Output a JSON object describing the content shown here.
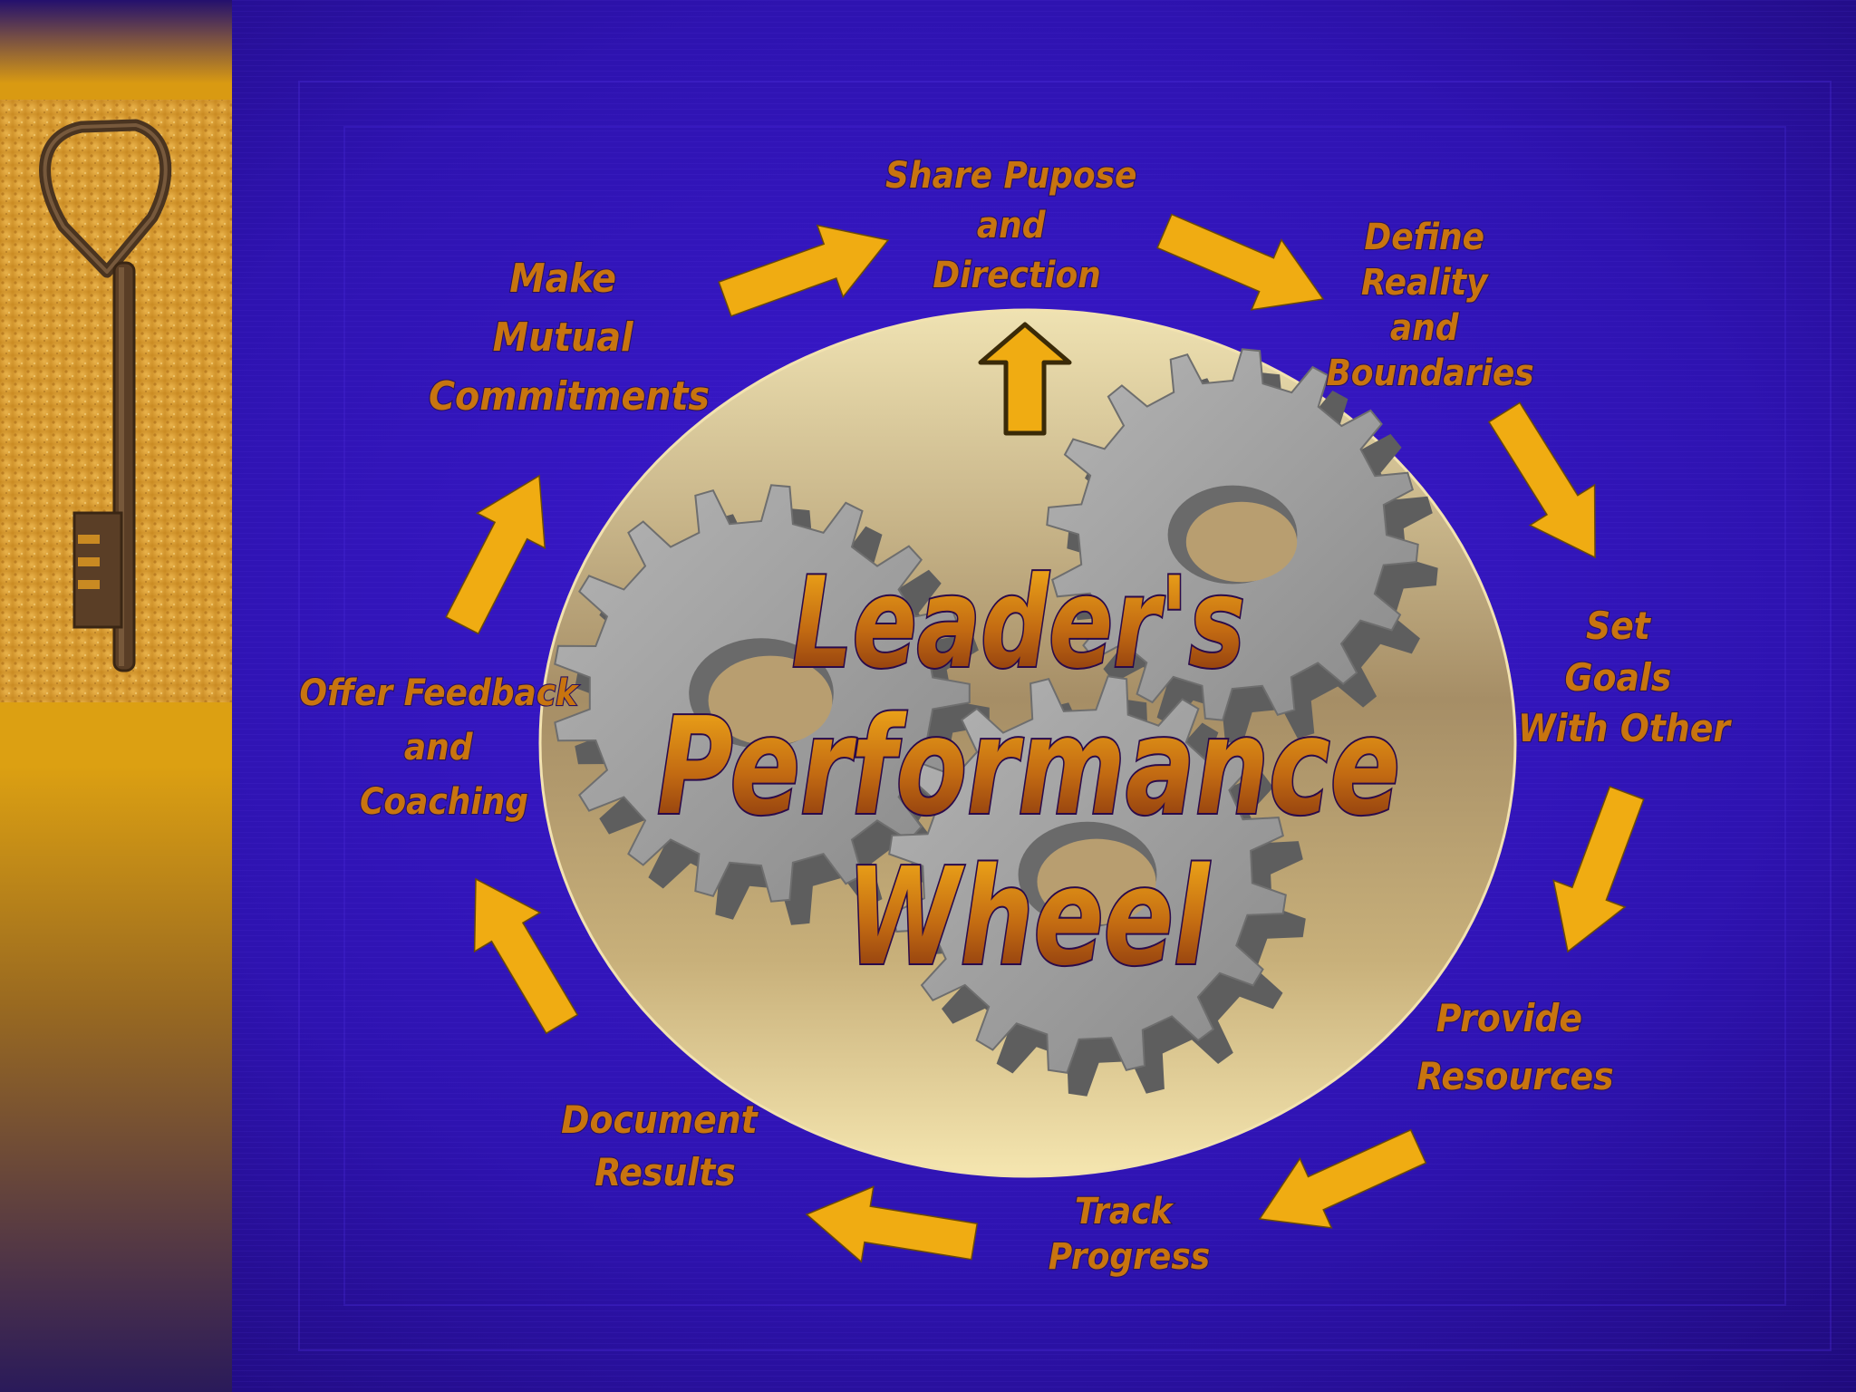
{
  "title": {
    "line1": "Leader's",
    "line2": "Performance",
    "line3": "Wheel"
  },
  "steps": [
    {
      "id": "share-purpose",
      "lines": [
        "Share Pupose",
        "and",
        "Direction"
      ]
    },
    {
      "id": "define-reality",
      "lines": [
        "Define",
        "Reality",
        "and",
        "Boundaries"
      ]
    },
    {
      "id": "set-goals",
      "lines": [
        "Set",
        "Goals",
        "With Other"
      ]
    },
    {
      "id": "provide-resources",
      "lines": [
        "Provide",
        "Resources"
      ]
    },
    {
      "id": "track-progress",
      "lines": [
        "Track",
        "Progress"
      ]
    },
    {
      "id": "document-results",
      "lines": [
        "Document",
        "Results"
      ]
    },
    {
      "id": "offer-feedback",
      "lines": [
        "Offer Feedback",
        "and",
        "Coaching"
      ]
    },
    {
      "id": "make-commitments",
      "lines": [
        "Make",
        "Mutual",
        "Commitments"
      ]
    }
  ],
  "colors": {
    "background": "#2a12a8",
    "arrow": "#f0ac12",
    "label": "#c8740f",
    "ellipse": "#e6d3a0",
    "gear": "#9a9a9a",
    "sidebar": "#d99a12"
  },
  "icons": {
    "sidebar_image": "old-key-icon",
    "center_image": "gears-icon"
  }
}
